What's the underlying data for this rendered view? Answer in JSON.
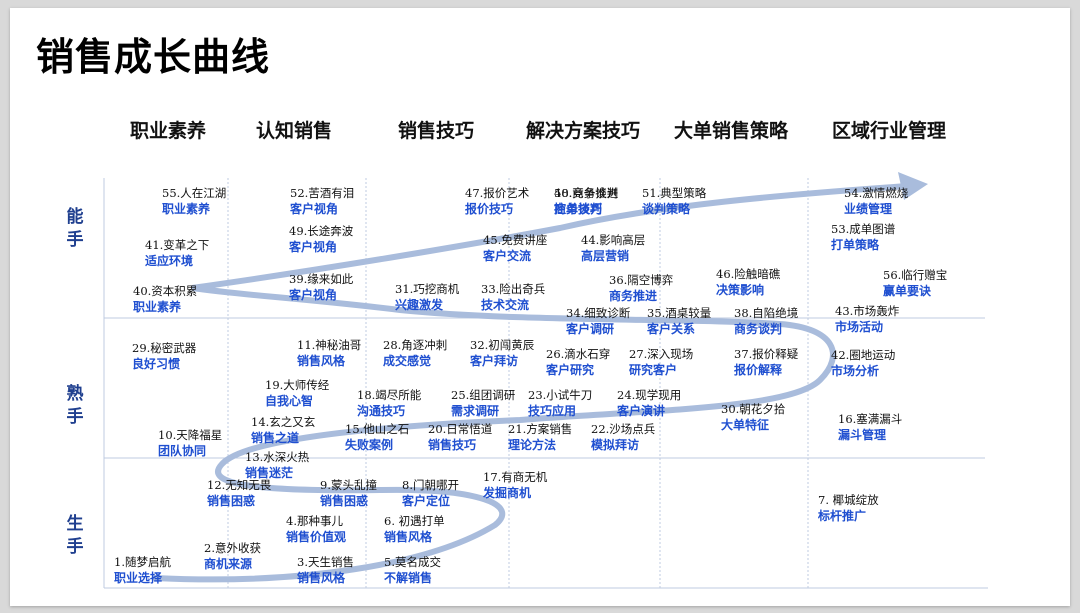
{
  "title": "销售成长曲线",
  "stages": [
    "职业素养",
    "认知销售",
    "销售技巧",
    "解决方案技巧",
    "大单销售策略",
    "区域行业管理"
  ],
  "levels": [
    "能手",
    "熟手",
    "生手"
  ],
  "colors": {
    "curve": "#a9bcdc",
    "tag": "#1f4fd0",
    "grid": "#bfcbe0"
  },
  "nodes": [
    {
      "name": "1.随梦启航",
      "tag": "职业选择"
    },
    {
      "name": "2.意外收获",
      "tag": "商机来源"
    },
    {
      "name": "3.天生销售",
      "tag": "销售风格"
    },
    {
      "name": "4.那种事儿",
      "tag": "销售价值观"
    },
    {
      "name": "5.莫名成交",
      "tag": "不解销售"
    },
    {
      "name": "6. 初遇打单",
      "tag": "销售风格"
    },
    {
      "name": "7. 椰城绽放",
      "tag": "标杆推广"
    },
    {
      "name": "8.门朝哪开",
      "tag": "客户定位"
    },
    {
      "name": "9.蒙头乱撞",
      "tag": "销售困惑"
    },
    {
      "name": "10.天降福星",
      "tag": "团队协同"
    },
    {
      "name": "11.神秘油哥",
      "tag": "销售风格"
    },
    {
      "name": "12.无知无畏",
      "tag": "销售困惑"
    },
    {
      "name": "13.水深火热",
      "tag": "销售迷茫"
    },
    {
      "name": "14.玄之又玄",
      "tag": "销售之道"
    },
    {
      "name": "15.他山之石",
      "tag": "失败案例"
    },
    {
      "name": "16.塞满漏斗",
      "tag": "漏斗管理"
    },
    {
      "name": "17.有商无机",
      "tag": "发掘商机"
    },
    {
      "name": "18.竭尽所能",
      "tag": "沟通技巧"
    },
    {
      "name": "19.大师传经",
      "tag": "自我心智"
    },
    {
      "name": "20.日常悟道",
      "tag": "销售技巧"
    },
    {
      "name": "21.方案销售",
      "tag": "理论方法"
    },
    {
      "name": "22.沙场点兵",
      "tag": "模拟拜访"
    },
    {
      "name": "23.小试牛刀",
      "tag": "技巧应用"
    },
    {
      "name": "24.现学现用",
      "tag": "客户演讲"
    },
    {
      "name": "25.组团调研",
      "tag": "需求调研"
    },
    {
      "name": "26.滴水石穿",
      "tag": "客户研究"
    },
    {
      "name": "27.深入现场",
      "tag": "研究客户"
    },
    {
      "name": "28.角逐冲刺",
      "tag": "成交感觉"
    },
    {
      "name": "29.秘密武器",
      "tag": "良好习惯"
    },
    {
      "name": "30.朝花夕拾",
      "tag": "大单特征"
    },
    {
      "name": "31.巧挖商机",
      "tag": "兴趣激发"
    },
    {
      "name": "32.初闯黄辰",
      "tag": "客户拜访"
    },
    {
      "name": "33.险出奇兵",
      "tag": "技术交流"
    },
    {
      "name": "34.细致诊断",
      "tag": "客户调研"
    },
    {
      "name": "35.酒桌较量",
      "tag": "客户关系"
    },
    {
      "name": "36.隔空博弈",
      "tag": "商务推进"
    },
    {
      "name": "37.报价释疑",
      "tag": "报价解释"
    },
    {
      "name": "38.自陷绝境",
      "tag": "商务谈判"
    },
    {
      "name": "39.缘来如此",
      "tag": "客户视角"
    },
    {
      "name": "40.资本积累",
      "tag": "职业素养"
    },
    {
      "name": "41.变革之下",
      "tag": "适应环境"
    },
    {
      "name": "42.圈地运动",
      "tag": "市场分析"
    },
    {
      "name": "43.市场轰炸",
      "tag": "市场活动"
    },
    {
      "name": "44.影响高层",
      "tag": "高层营销"
    },
    {
      "name": "45.免费讲座",
      "tag": "客户交流"
    },
    {
      "name": "46.险触暗礁",
      "tag": "决策影响"
    },
    {
      "name": "47.报价艺术",
      "tag": "报价技巧"
    },
    {
      "name": "48.商务推进",
      "tag": "控单技巧"
    },
    {
      "name": "49.长途奔波",
      "tag": "客户视角"
    },
    {
      "name": "50.竞争谈判",
      "tag": "商务谈判"
    },
    {
      "name": "51.典型策略",
      "tag": "谈判策略"
    },
    {
      "name": "52.苦酒有泪",
      "tag": "客户视角"
    },
    {
      "name": "53.成单图谱",
      "tag": "打单策略"
    },
    {
      "name": "54.激情燃烧",
      "tag": "业绩管理"
    },
    {
      "name": "55.人在江湖",
      "tag": "职业素养"
    },
    {
      "name": "56.临行赠宝",
      "tag": "赢单要诀"
    }
  ]
}
